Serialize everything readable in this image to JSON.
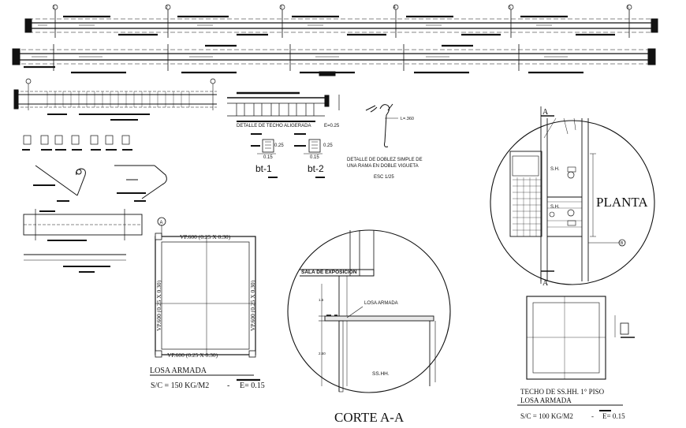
{
  "beams": {
    "axis_marks_top": [
      "1",
      "2",
      "3",
      "4",
      "5",
      "6"
    ]
  },
  "techo": {
    "detalle_title": "DETALLE DE TECHO ALIGERADA",
    "detalle_e": "E=0.25",
    "bt1_label": "bt-1",
    "bt2_label": "bt-2",
    "dim_025_a": "0.25",
    "dim_015_a": "0.15",
    "dim_025_b": "0.25",
    "dim_015_b": "0.15"
  },
  "doblez": {
    "length_label": "L=.360",
    "caption_line1": "DETALLE DE DOBLEZ SIMPLE DE",
    "caption_line2": "UNA RAMA EN DOBLE VIGUETA",
    "caption_line3": "ESC 1/25"
  },
  "losa_left": {
    "axis_label": "A",
    "beam_top": "VP.600 (0.25 X 0.30)",
    "beam_bottom": "VP.600 (0.25 X 0.30)",
    "beam_left": "VP.600 (0.25 X 0.30)",
    "beam_right": "VP.600 (0.25 X 0.30)",
    "title": "LOSA ARMADA",
    "load_text": "S/C = 150 KG/M2",
    "dash": "-",
    "e_text": "E= 0.15"
  },
  "corte": {
    "room_label": "SALA DE EXPOSICION",
    "losa_label": "LOSA ARMADA",
    "ss_label": "SS.HH.",
    "title": "CORTE A-A",
    "dim_a": "1.5",
    "dim_b": "2.50"
  },
  "planta": {
    "title": "PLANTA",
    "cut_top": "A",
    "cut_bottom": "A",
    "axis_b": "B",
    "room_a": "S.H.",
    "room_b": "S.H."
  },
  "losa_right": {
    "title1": "TECHO DE SS.HH. 1° PISO",
    "title2": "LOSA ARMADA",
    "load_text": "S/C = 100 KG/M2",
    "dash": "-",
    "e_text": "E= 0.15"
  }
}
